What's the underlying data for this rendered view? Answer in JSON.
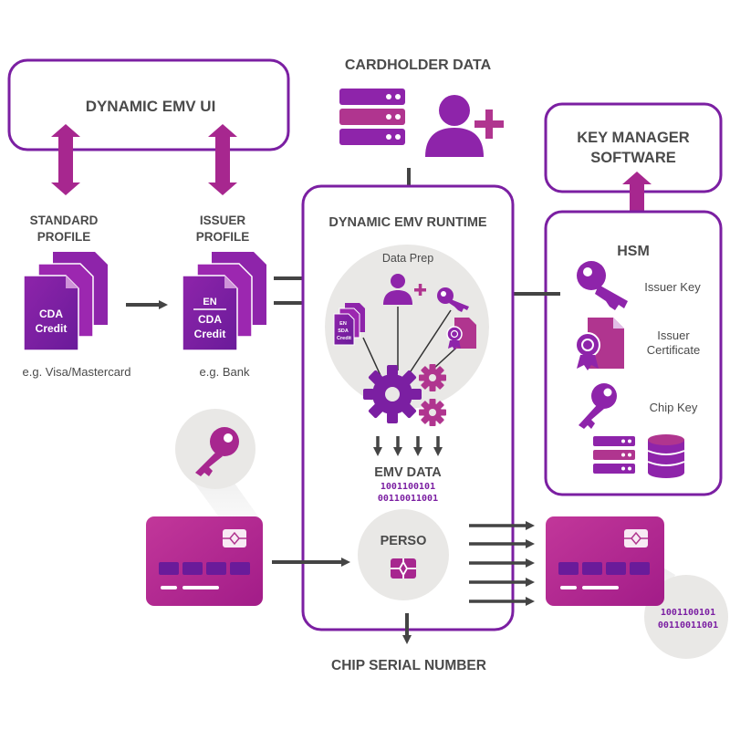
{
  "cardholder_data": {
    "title": "CARDHOLDER DATA"
  },
  "dynamic_emv_ui": {
    "title": "DYNAMIC EMV UI"
  },
  "key_manager": {
    "line1": "KEY MANAGER",
    "line2": "SOFTWARE"
  },
  "standard_profile": {
    "line1": "STANDARD",
    "line2": "PROFILE",
    "doc_line1": "CDA",
    "doc_line2": "Credit",
    "caption": "e.g. Visa/Mastercard"
  },
  "issuer_profile": {
    "line1": "ISSUER",
    "line2": "PROFILE",
    "doc_line0": "EN",
    "doc_line1": "CDA",
    "doc_line2": "Credit",
    "caption": "e.g. Bank"
  },
  "runtime": {
    "title": "DYNAMIC EMV RUNTIME",
    "data_prep_label": "Data Prep",
    "mini_doc": [
      "EN",
      "SDA",
      "Credit"
    ],
    "emv_data_title": "EMV DATA",
    "emv_data_bits": [
      "1001100101",
      "00110011001"
    ],
    "perso_label": "PERSO"
  },
  "hsm": {
    "title": "HSM",
    "issuer_key": "Issuer Key",
    "issuer_certificate_line1": "Issuer",
    "issuer_certificate_line2": "Certificate",
    "chip_key": "Chip Key"
  },
  "output_card": {
    "bits": [
      "1001100101",
      "00110011001"
    ]
  },
  "chip_serial_number": {
    "title": "CHIP SERIAL NUMBER"
  },
  "colors": {
    "purple_dark": "#7b1fa2",
    "purple_mid": "#9c27b0",
    "magenta": "#b0358f",
    "pink": "#c2379a",
    "gray_text": "#4a4a4a",
    "gray_bg": "#e9e8e6",
    "arrow_gray": "#444444"
  },
  "icons": [
    "server-stack-icon",
    "user-add-icon",
    "key-icon",
    "gear-icon",
    "certificate-icon",
    "document-icon",
    "database-icon",
    "chip-icon",
    "credit-card-icon"
  ]
}
